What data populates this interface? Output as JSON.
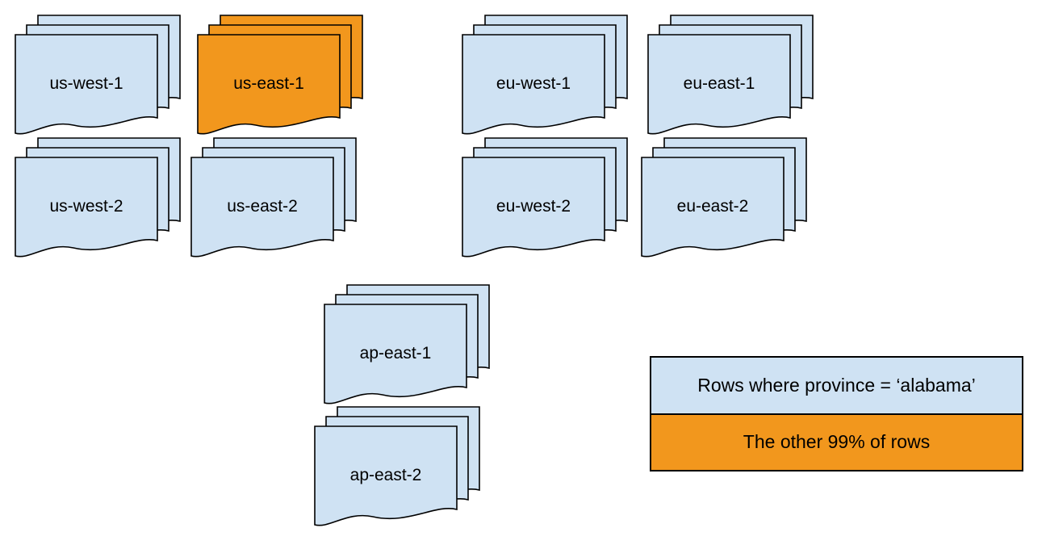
{
  "diagram": {
    "regions": [
      {
        "id": "us-west-1",
        "label": "us-west-1",
        "variant": "blue"
      },
      {
        "id": "us-east-1",
        "label": "us-east-1",
        "variant": "orange"
      },
      {
        "id": "eu-west-1",
        "label": "eu-west-1",
        "variant": "blue"
      },
      {
        "id": "eu-east-1",
        "label": "eu-east-1",
        "variant": "blue"
      },
      {
        "id": "us-west-2",
        "label": "us-west-2",
        "variant": "blue"
      },
      {
        "id": "us-east-2",
        "label": "us-east-2",
        "variant": "blue"
      },
      {
        "id": "eu-west-2",
        "label": "eu-west-2",
        "variant": "blue"
      },
      {
        "id": "eu-east-2",
        "label": "eu-east-2",
        "variant": "blue"
      },
      {
        "id": "ap-east-1",
        "label": "ap-east-1",
        "variant": "blue"
      },
      {
        "id": "ap-east-2",
        "label": "ap-east-2",
        "variant": "blue"
      }
    ],
    "legend": {
      "items": [
        {
          "label": "Rows where province = ‘alabama’",
          "variant": "blue"
        },
        {
          "label": "The other 99% of rows",
          "variant": "orange"
        }
      ]
    },
    "colors": {
      "alabama_rows_fill": "#cfe2f3",
      "other_rows_fill": "#f2971d",
      "outline": "#000000",
      "background": "#ffffff"
    }
  }
}
